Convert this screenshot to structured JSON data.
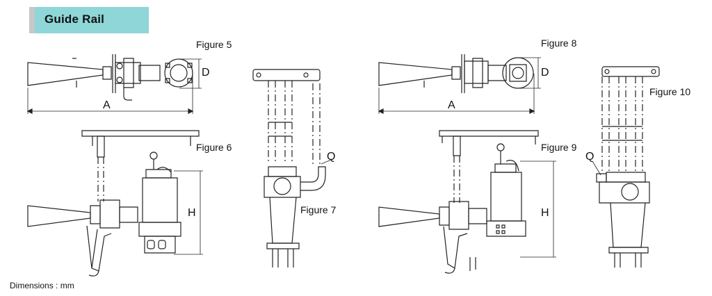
{
  "header": {
    "title": "Guide Rail",
    "accent_color": "#8ed6d8",
    "stub_color": "#c8c8c8"
  },
  "figures": {
    "fig5": "Figure  5",
    "fig6": "Figure  6",
    "fig7": "Figure  7",
    "fig8": "Figure 8",
    "fig9": "Figure 9",
    "fig10": "Figure  10"
  },
  "dimensions": {
    "A": "A",
    "D": "D",
    "H": "H",
    "Q": "Q"
  },
  "footer": {
    "note": "Dimensions : mm"
  }
}
